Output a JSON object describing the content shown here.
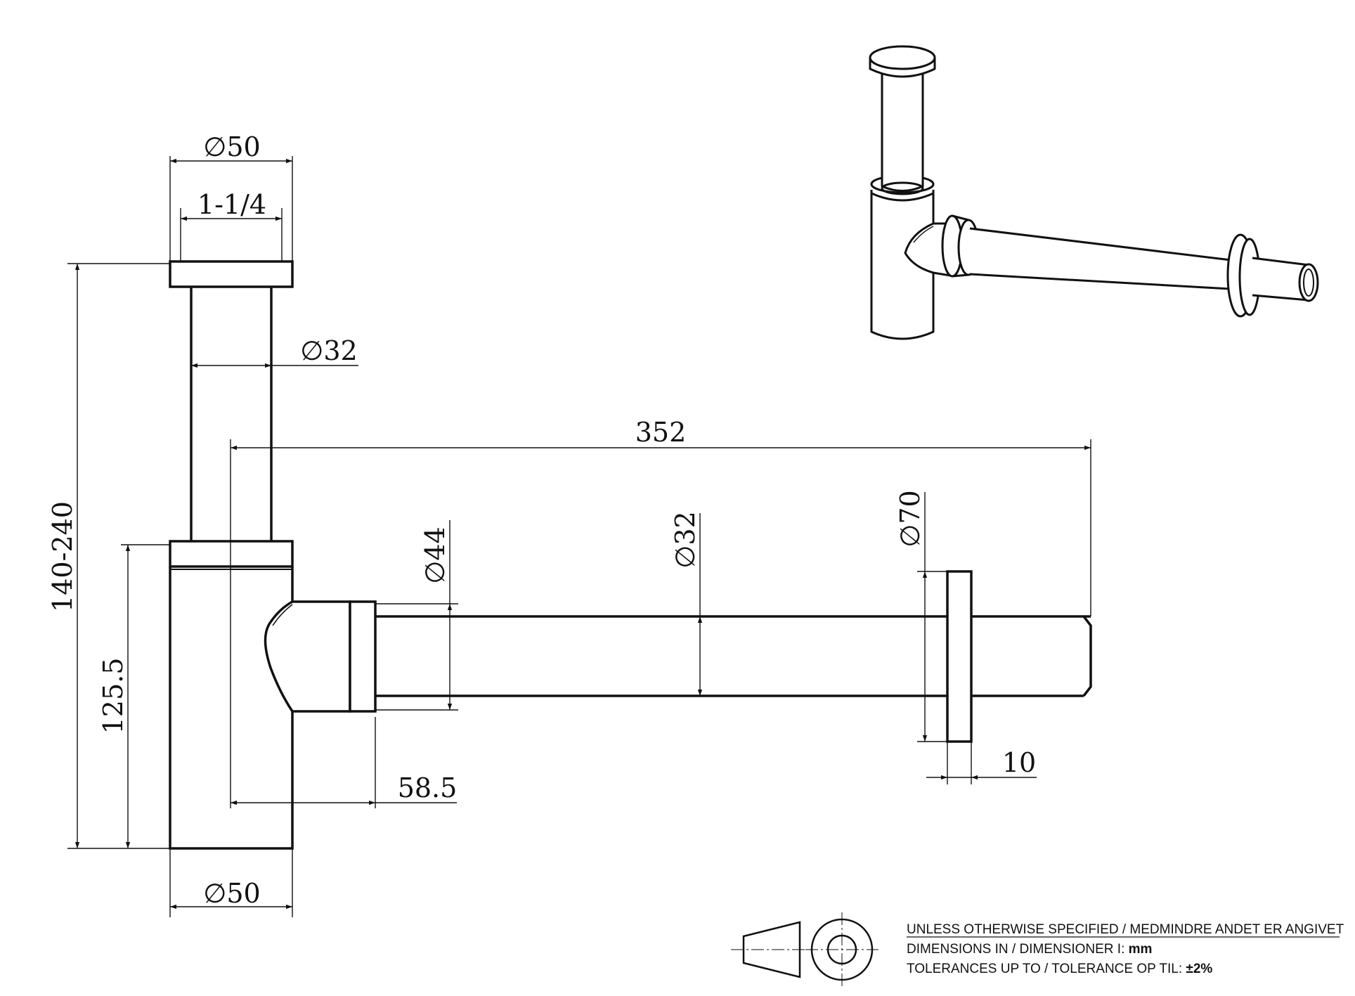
{
  "dimensions": {
    "top_outer_dia": "∅50",
    "thread": "1-1/4",
    "inlet_pipe_dia": "∅32",
    "total_length": "352",
    "height_range": "140-240",
    "body_height": "125.5",
    "body_to_outlet": "58.5",
    "bottom_dia": "∅50",
    "nut_dia": "∅44",
    "outlet_pipe_dia": "∅32",
    "flange_dia": "∅70",
    "flange_thickness": "10"
  },
  "notes": {
    "line1": "UNLESS OTHERWISE SPECIFIED / MEDMINDRE ANDET ER ANGIVET",
    "line2_prefix": "DIMENSIONS IN / DIMENSIONER I: ",
    "line2_unit": "mm",
    "line3_prefix": "TOLERANCES UP TO / TOLERANCE OP TIL: ",
    "line3_value": "±2%"
  }
}
